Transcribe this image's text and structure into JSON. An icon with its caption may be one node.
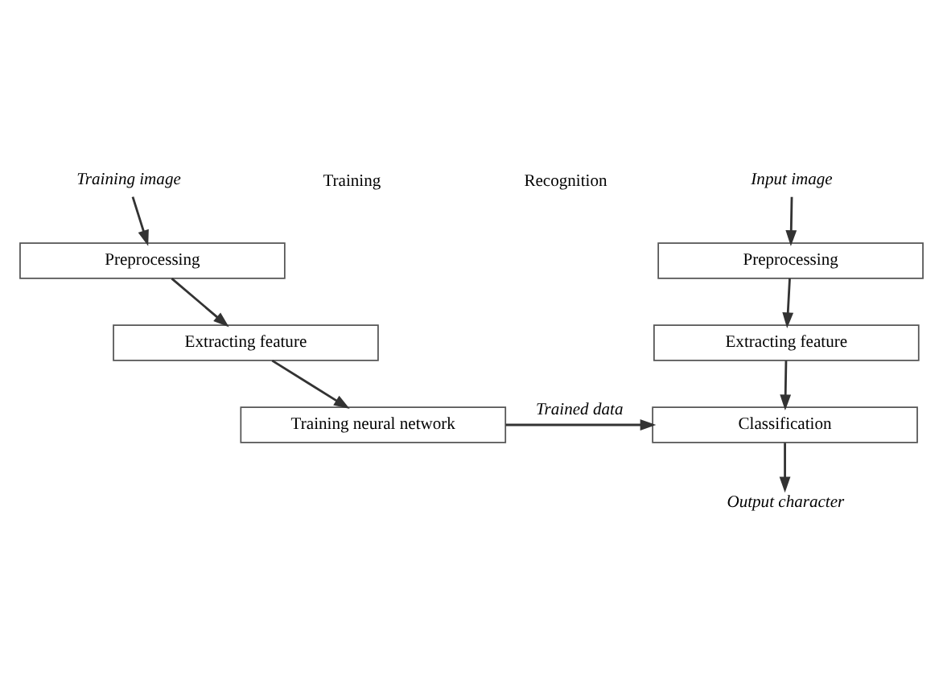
{
  "diagram": {
    "nodes": [
      {
        "text": [
          "Training image"
        ]
      },
      {
        "text": [
          "Preprocessing"
        ]
      },
      {
        "text": [
          "Extracting feature"
        ]
      },
      {
        "text": [
          "Training neural network"
        ]
      },
      {
        "text": [
          "Input image"
        ]
      },
      {
        "text": [
          "Preprocessing"
        ]
      },
      {
        "text": [
          "Extracting feature"
        ]
      },
      {
        "text": [
          "Classification"
        ]
      },
      {
        "text": [
          "Output character"
        ]
      }
    ],
    "edges": [
      {
        "from": 0,
        "to": 1,
        "arrow": "to"
      },
      {
        "from": 1,
        "to": 2,
        "arrow": "to"
      },
      {
        "from": 2,
        "to": 3,
        "arrow": "to"
      },
      {
        "from": 4,
        "to": 5,
        "arrow": "to"
      },
      {
        "from": 5,
        "to": 6,
        "arrow": "to"
      },
      {
        "from": 6,
        "to": 7,
        "arrow": "to"
      },
      {
        "from": 3,
        "to": 7,
        "label": "Trained data",
        "arrow": "to"
      },
      {
        "from": 7,
        "to": 8,
        "arrow": "to"
      }
    ],
    "labels": [
      "Training",
      "Recognition"
    ]
  }
}
